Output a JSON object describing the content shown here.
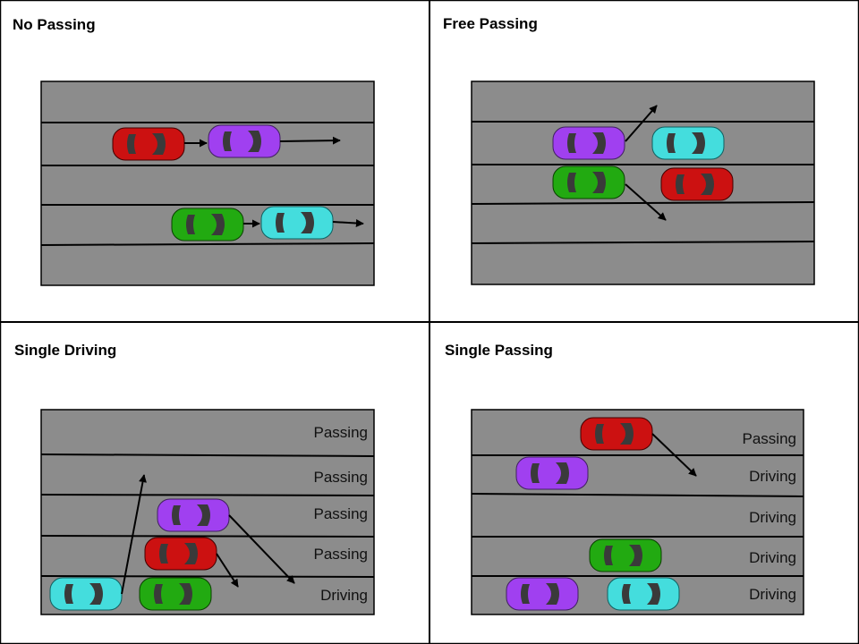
{
  "colors": {
    "road": "#8c8c8c",
    "lane_line": "#000000",
    "red": "#cc1111",
    "purple": "#a040f0",
    "cyan": "#44dddd",
    "green": "#22aa11",
    "window": "#3a3a3a"
  },
  "panels": {
    "no_passing": {
      "title": "No Passing"
    },
    "free_passing": {
      "title": "Free Passing"
    },
    "single_driving": {
      "title": "Single Driving",
      "lane_labels": [
        "Passing",
        "Passing",
        "Passing",
        "Passing",
        "Driving"
      ]
    },
    "single_passing": {
      "title": "Single Passing",
      "lane_labels": [
        "Passing",
        "Driving",
        "Driving",
        "Driving",
        "Driving"
      ]
    }
  }
}
